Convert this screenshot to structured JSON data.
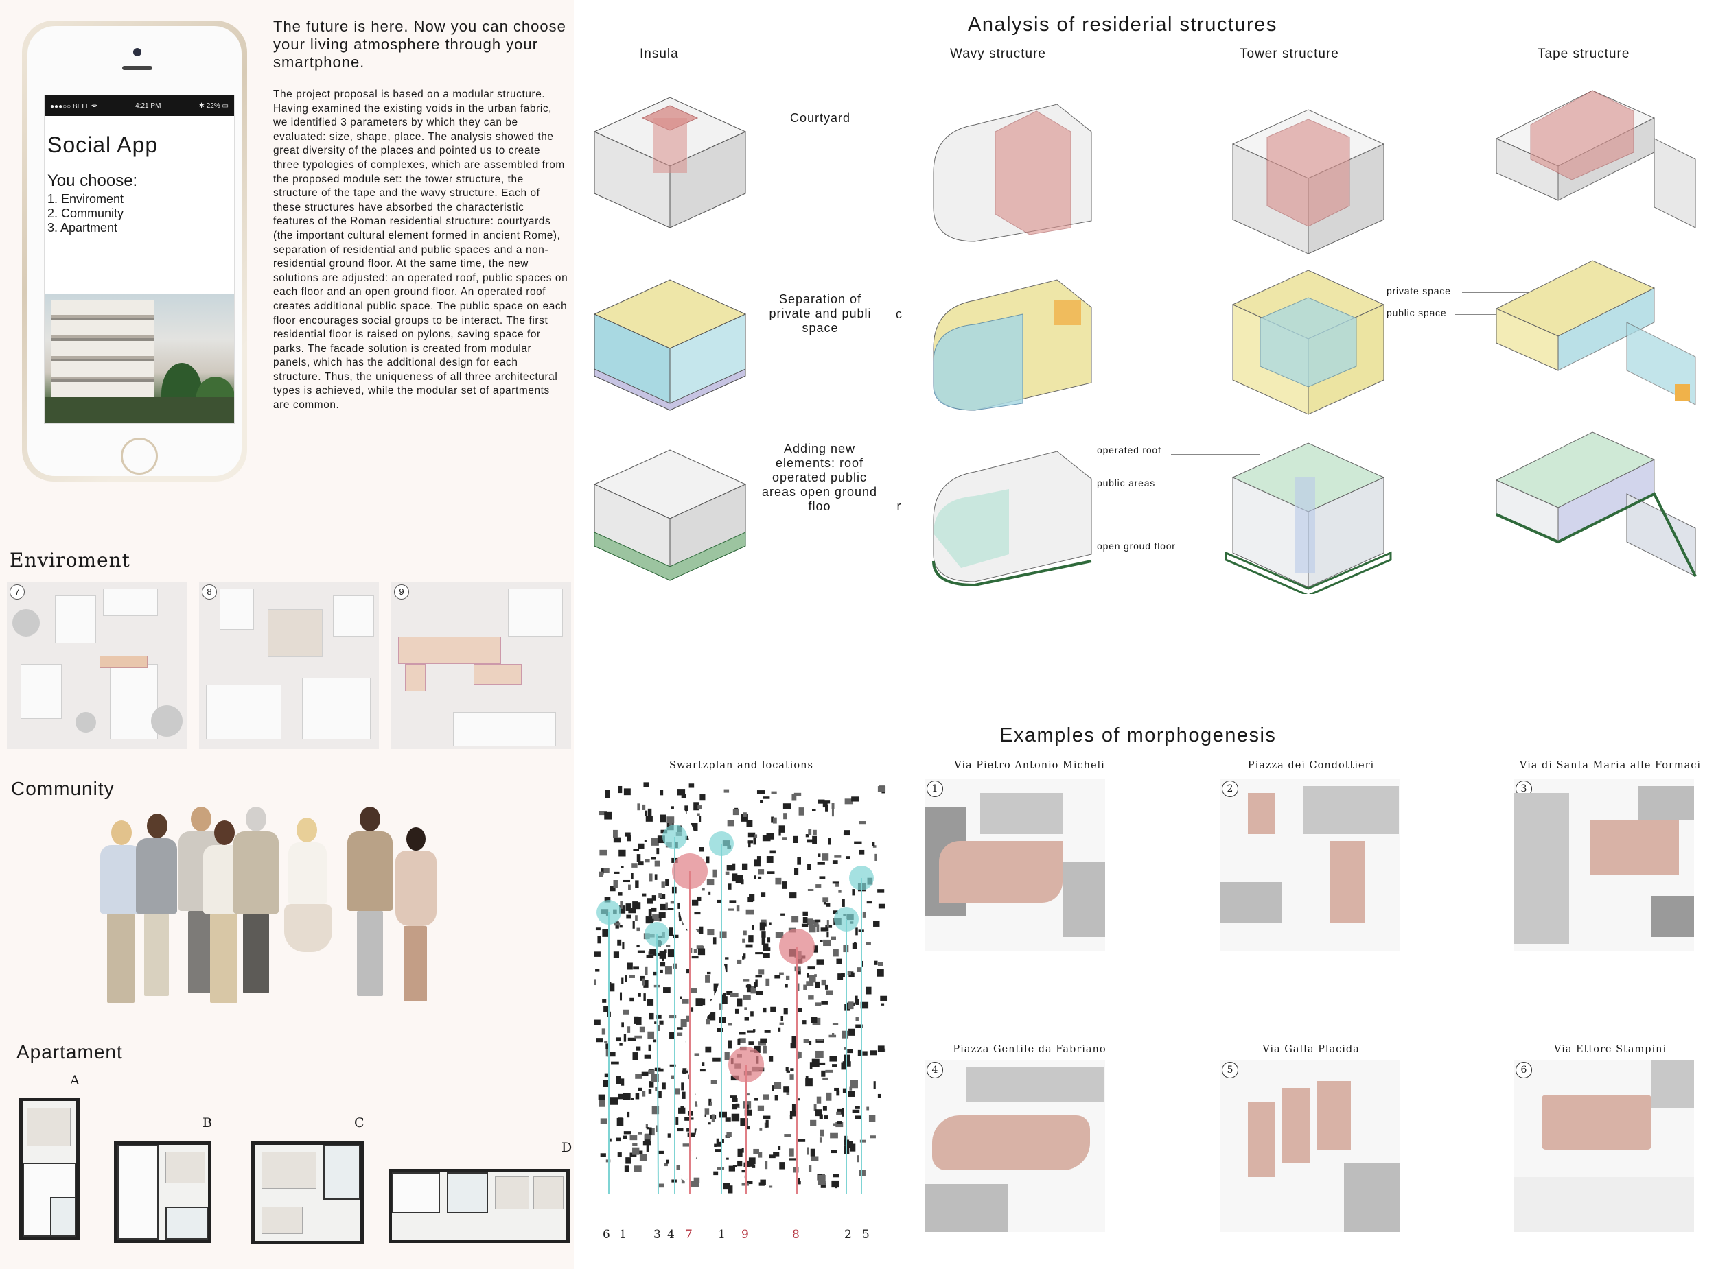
{
  "intro": {
    "title": "The future is here. Now you can choose your living atmosphere through your smartphone.",
    "body": "The project proposal is based on a modular structure. Having examined the existing voids in the urban fabric, we identified 3 parameters by which they can be evaluated: size, shape, place. The analysis showed the great diversity of the places and pointed us to create three typologies of complexes, which are assembled from the proposed module set: the tower structure, the structure of the tape and the wavy structure. Each of these structures have absorbed the characteristic features of the Roman residential structure: courtyards (the important cultural element formed in ancient Rome), separation of residential and public spaces and a non-residential ground floor. At the same time, the new solutions are adjusted: an operated roof, public spaces on each floor and an open ground floor. An operated roof creates additional public space. The public space on each floor encourages social groups to be interact. The first residential floor is raised on pylons, saving space for parks. The facade solution is created from modular panels, which has the additional design for each structure. Thus, the uniqueness of all three architectural types is achieved, while the modular set of apartments are common."
  },
  "phone": {
    "status_left": "●●●○○ BELL ᯤ",
    "status_time": "4:21 PM",
    "status_right": "✱ 22% ▭",
    "app_title": "Social App",
    "choose_label": "You choose:",
    "options": [
      "1. Enviroment",
      "2. Community",
      "3. Apartment"
    ]
  },
  "environment": {
    "label": "Enviroment",
    "maps": [
      {
        "num": "7"
      },
      {
        "num": "8"
      },
      {
        "num": "9"
      }
    ]
  },
  "community": {
    "label": "Community"
  },
  "apartment": {
    "label": "Apartament",
    "plans": [
      "A",
      "B",
      "C",
      "D"
    ]
  },
  "analysis": {
    "title": "Analysis of residerial structures",
    "columns": [
      "Insula",
      "Wavy structure",
      "Tower structure",
      "Tape structure"
    ],
    "rows": [
      {
        "label": "Courtyard"
      },
      {
        "label": "Separation of private and publi space",
        "suffix": "c"
      },
      {
        "label": "Adding new elements: roof operated public areas open ground floo",
        "suffix": "r"
      }
    ],
    "annotations": {
      "private_space": "private space",
      "public_space": "public space",
      "operated_roof": "operated roof",
      "public_areas": "public areas",
      "open_ground_floor": "open groud floor"
    }
  },
  "morphogenesis": {
    "title": "Examples of morphogenesis",
    "map_title": "Swartzplan and locations",
    "map_numbers": [
      "6",
      "1",
      "3",
      "4",
      "7",
      "1",
      "9",
      "8",
      "2",
      "5"
    ],
    "sites": [
      {
        "num": "1",
        "name": "Via Pietro Antonio Micheli"
      },
      {
        "num": "2",
        "name": "Piazza dei Condottieri"
      },
      {
        "num": "3",
        "name": "Via di Santa Maria alle Formaci"
      },
      {
        "num": "4",
        "name": "Piazza Gentile da Fabriano"
      },
      {
        "num": "5",
        "name": "Via Galla Placida"
      },
      {
        "num": "6",
        "name": "Via Ettore Stampini"
      }
    ]
  },
  "colors": {
    "courtyard_red": "#d9908c",
    "private_yellow": "#eee6a8",
    "public_blue": "#a9d9e2",
    "ground_green": "#2f6a3b",
    "map_red_marker": "#e07f86",
    "map_blue_marker": "#7fd4d4",
    "model_pink": "#d8b2a6"
  }
}
